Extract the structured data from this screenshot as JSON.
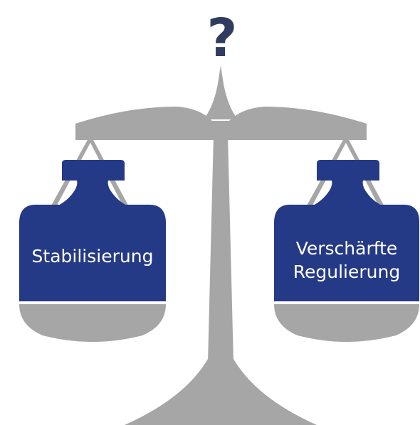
{
  "question_mark": "?",
  "left_weight": {
    "label": "Stabilisierung"
  },
  "right_weight": {
    "line1": "Verschärfte",
    "line2": "Regulierung"
  },
  "colors": {
    "scale": "#a6a6a6",
    "weight": "#253a86",
    "question": "#2f3b5f",
    "text": "#ffffff"
  }
}
